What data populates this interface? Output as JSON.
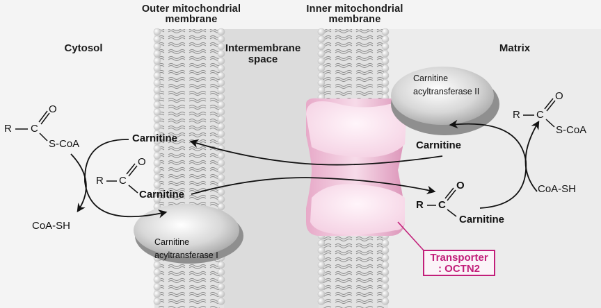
{
  "regions": {
    "cytosol": "Cytosol",
    "outer_membrane": [
      "Outer mitochondrial",
      "membrane"
    ],
    "intermembrane_space": [
      "Intermembrane",
      "space"
    ],
    "inner_membrane": [
      "Inner mitochondrial",
      "membrane"
    ],
    "matrix": "Matrix"
  },
  "cytosol_reaction": {
    "acyl_coa": {
      "r": "R",
      "c": "C",
      "o": "O",
      "sub": "S-CoA"
    },
    "coash": "CoA-SH",
    "carnitine": "Carnitine",
    "acylcarnitine": {
      "r": "R",
      "c": "C",
      "o": "O",
      "sub": "Carnitine"
    }
  },
  "matrix_reaction": {
    "acyl_coa": {
      "r": "R",
      "c": "C",
      "o": "O",
      "sub": "S-CoA"
    },
    "coash": "CoA-SH",
    "carnitine": "Carnitine",
    "acylcarnitine": {
      "r": "R",
      "c": "C",
      "o": "O",
      "sub": "Carnitine"
    }
  },
  "enzymes": {
    "cat1": [
      "Carnitine",
      "acyltransferase I"
    ],
    "cat2": [
      "Carnitine",
      "acyltransferase II"
    ]
  },
  "transporter": [
    "Transporter",
    ": OCTN2"
  ],
  "colors": {
    "background": "#f4f4f4",
    "intermembrane": "#dcdcdc",
    "matrix": "#ececec",
    "transporter_pink": "#f2c6dd",
    "transporter_label": "#c21f7a"
  }
}
